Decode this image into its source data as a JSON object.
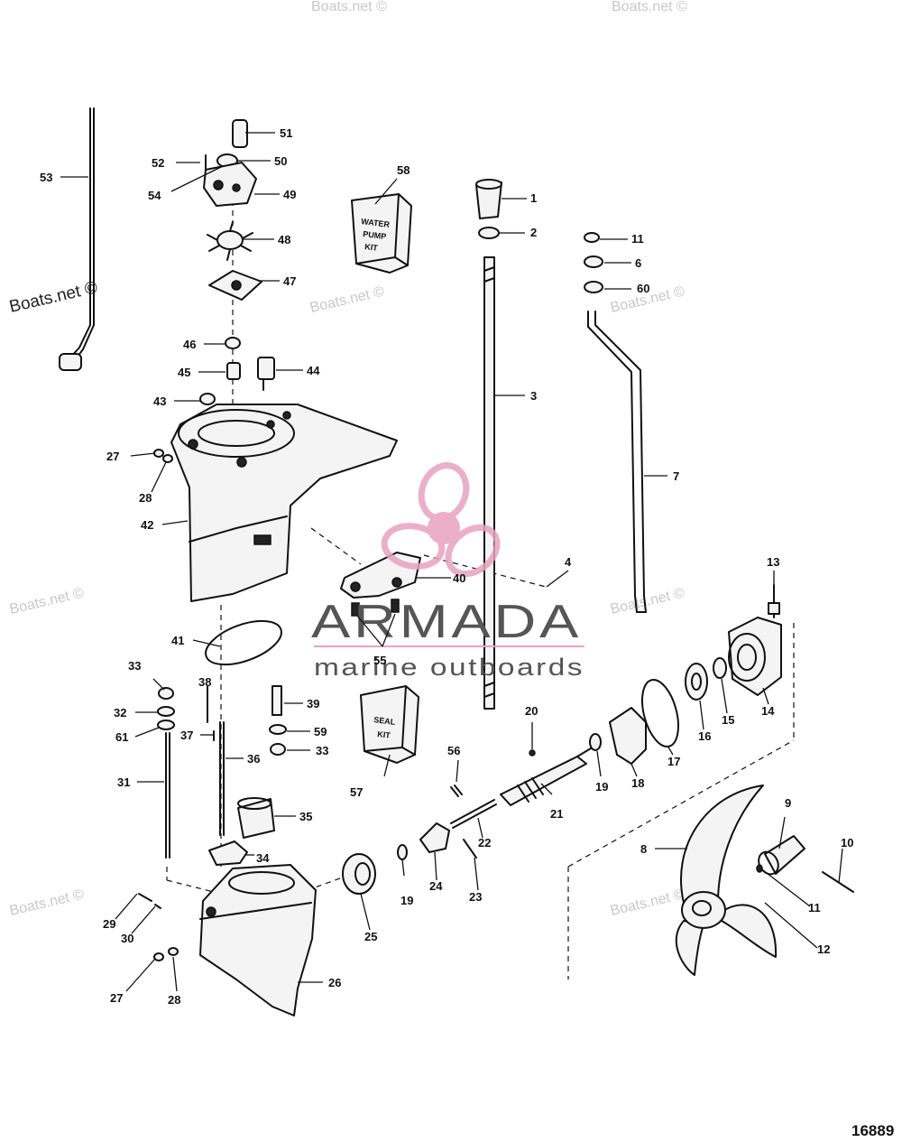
{
  "diagram_id": "16889",
  "logo": {
    "name": "ARMADA",
    "tagline": "marine outboards",
    "accent_color": "#e8a2c0"
  },
  "watermarks": [
    "Boats.net ©",
    "Boats.net ©",
    "Boats.net ©",
    "Boats.net ©",
    "Boats.net ©",
    "Boats.net ©",
    "Boats.net ©",
    "Boats.net ©",
    "Boats.net ©"
  ],
  "kits": {
    "water_pump_kit": [
      "WATER",
      "PUMP",
      "KIT"
    ],
    "seal_kit": [
      "SEAL",
      "KIT"
    ]
  },
  "callouts": [
    "1",
    "2",
    "3",
    "4",
    "6",
    "7",
    "8",
    "9",
    "10",
    "11",
    "11",
    "12",
    "13",
    "14",
    "15",
    "16",
    "17",
    "18",
    "19",
    "19",
    "20",
    "21",
    "22",
    "23",
    "24",
    "25",
    "26",
    "27",
    "27",
    "28",
    "28",
    "29",
    "30",
    "31",
    "32",
    "33",
    "33",
    "34",
    "35",
    "36",
    "37",
    "38",
    "39",
    "40",
    "41",
    "42",
    "43",
    "44",
    "45",
    "46",
    "47",
    "48",
    "49",
    "50",
    "51",
    "52",
    "53",
    "54",
    "55",
    "56",
    "57",
    "58",
    "59",
    "60",
    "61"
  ]
}
